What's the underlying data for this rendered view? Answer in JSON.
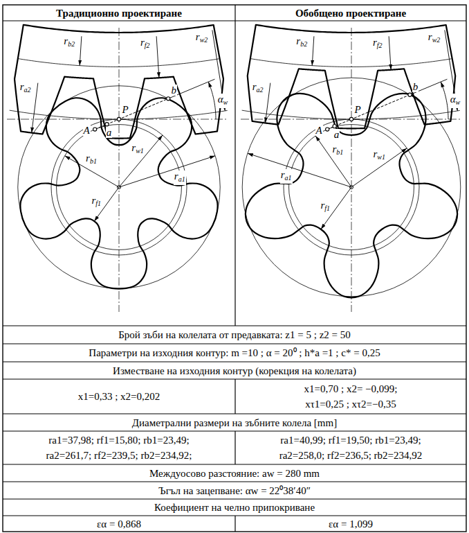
{
  "diagram": {
    "labels": [
      "Традиционно проектиране",
      "Обобщено проектиране",
      "r",
      "b2",
      "r",
      "f2",
      "r",
      "w2",
      "r",
      "a2",
      "P",
      "A",
      "a",
      "b",
      "α",
      "w",
      "r",
      "b1",
      "r",
      "w1",
      "r",
      "a1",
      "r",
      "f1",
      "r",
      "b2",
      "r",
      "f2",
      "r",
      "w2",
      "r",
      "a2",
      "P",
      "A",
      "a",
      "b",
      "α",
      "w",
      "r",
      "b1",
      "r",
      "w1",
      "r",
      "a1",
      "r",
      "f1",
      "Брой зъби на колелата от предавката: z1 = 5 ; z2 = 50",
      "Параметри на изходния контур: m =10 ; α = 20⁰ ; h*a =1 ; c* = 0,25",
      "Изместване на изходния контур (корекция на колелата)",
      "x1=0,33 ; x2=0,202",
      "x1=0,70 ; x2= −0,099;",
      "xτ1=0,25 ; xτ2=−0,35",
      "Диаметрални размери на зъбните колела [mm]",
      "ra1=37,98; rf1=15,80; rb1=23,49;",
      "ra2=261,7; rf2=239,5; rb2=234,92;",
      "ra1=40,99; rf1=19,50; rb1=23,49;",
      "ra2=258,0; rf2=236,5; rb2=234,92",
      "Междуосово разстояние: aw = 280 mm",
      "Ъгъл на зацепване: αw = 22⁰38′40″",
      "Коефициент на челно припокриване",
      "εα = 0,868",
      "εα = 1,099"
    ]
  }
}
